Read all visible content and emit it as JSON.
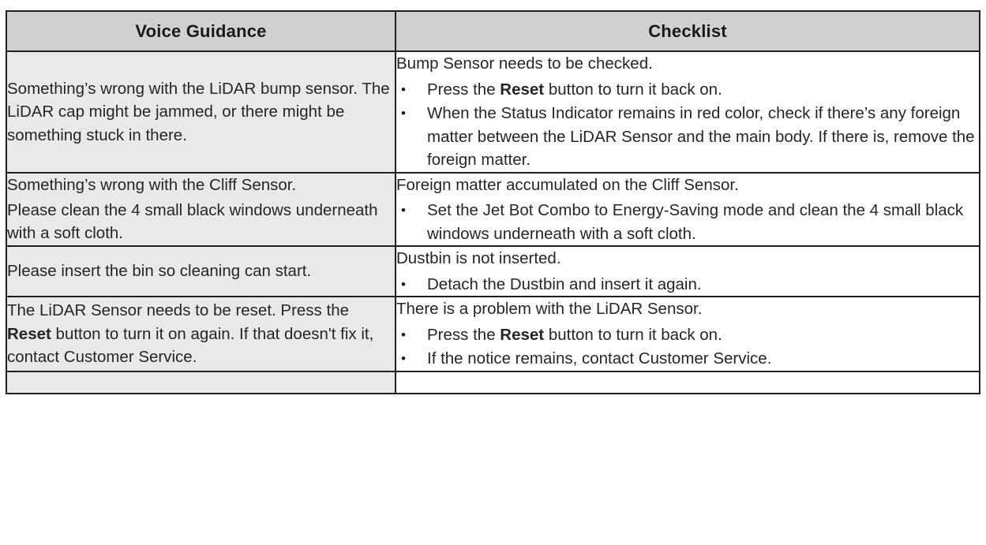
{
  "table": {
    "columns": [
      {
        "key": "voice",
        "header": "Voice Guidance"
      },
      {
        "key": "checklist",
        "header": "Checklist"
      }
    ],
    "rows": [
      {
        "voice_paragraphs": [
          "Something’s wrong with the LiDAR bump sensor. The LiDAR cap might be jammed, or there might be something stuck in there."
        ],
        "checklist_lead": "Bump Sensor needs to be checked.",
        "checklist_bullets": [
          {
            "before": "Press the ",
            "strong": "Reset",
            "after": " button to turn it back on."
          },
          {
            "before": "When the Status Indicator remains in red color, check if there’s any foreign matter between the LiDAR Sensor and the main body. If there is, remove the foreign matter.",
            "strong": "",
            "after": ""
          }
        ]
      },
      {
        "voice_paragraphs": [
          "Something’s wrong with the Cliff Sensor.",
          "Please clean the 4 small black windows underneath with a soft cloth."
        ],
        "checklist_lead": "Foreign matter accumulated on the Cliff Sensor.",
        "checklist_bullets": [
          {
            "before": "Set the Jet Bot Combo to Energy-Saving mode and clean the 4 small black windows underneath with a soft cloth.",
            "strong": "",
            "after": ""
          }
        ]
      },
      {
        "voice_paragraphs": [
          "Please insert the bin so cleaning can start."
        ],
        "checklist_lead": "Dustbin is not inserted.",
        "checklist_bullets": [
          {
            "before": "Detach the Dustbin and insert it again.",
            "strong": "",
            "after": ""
          }
        ]
      },
      {
        "voice_paragraphs": [
          {
            "before": "The LiDAR Sensor needs to be reset. Press the ",
            "strong": "Reset",
            "after": " button to turn it on again. If that doesn't fix it, contact Customer Service."
          }
        ],
        "checklist_lead": "There is a problem with the LiDAR Sensor.",
        "checklist_bullets": [
          {
            "before": "Press the ",
            "strong": "Reset",
            "after": " button to turn it back on."
          },
          {
            "before": "If the notice remains, contact Customer Service.",
            "strong": "",
            "after": ""
          }
        ]
      },
      {
        "voice_paragraphs": [],
        "checklist_lead": "",
        "checklist_bullets": [],
        "partial": true
      }
    ]
  },
  "colors": {
    "header_background": "#D0D0D0",
    "voice_cell_background": "#E9E9E9",
    "checklist_cell_background": "#FFFFFF",
    "border": "#231F20",
    "text": "#262626"
  },
  "icons": {
    "bullet": "•"
  }
}
